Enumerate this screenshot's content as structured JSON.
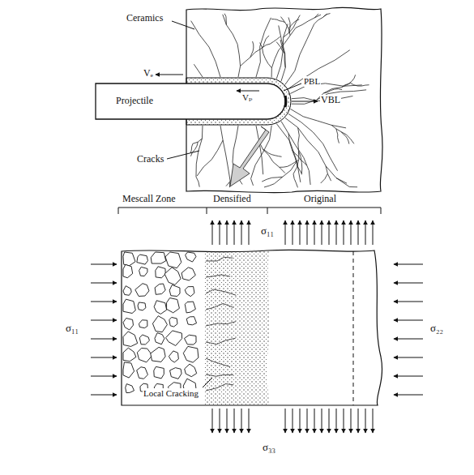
{
  "diagram": {
    "labels": [
      "Ceramics",
      "Vₑ",
      "Projectile",
      "Vₚ",
      "PBL",
      "VBL",
      "Cracks",
      "Mescall Zone",
      "Densified",
      "Original",
      "σ₁₁",
      "σ₁₁",
      "σ₂₂",
      "Local Cracking",
      "σ₃₃"
    ]
  }
}
